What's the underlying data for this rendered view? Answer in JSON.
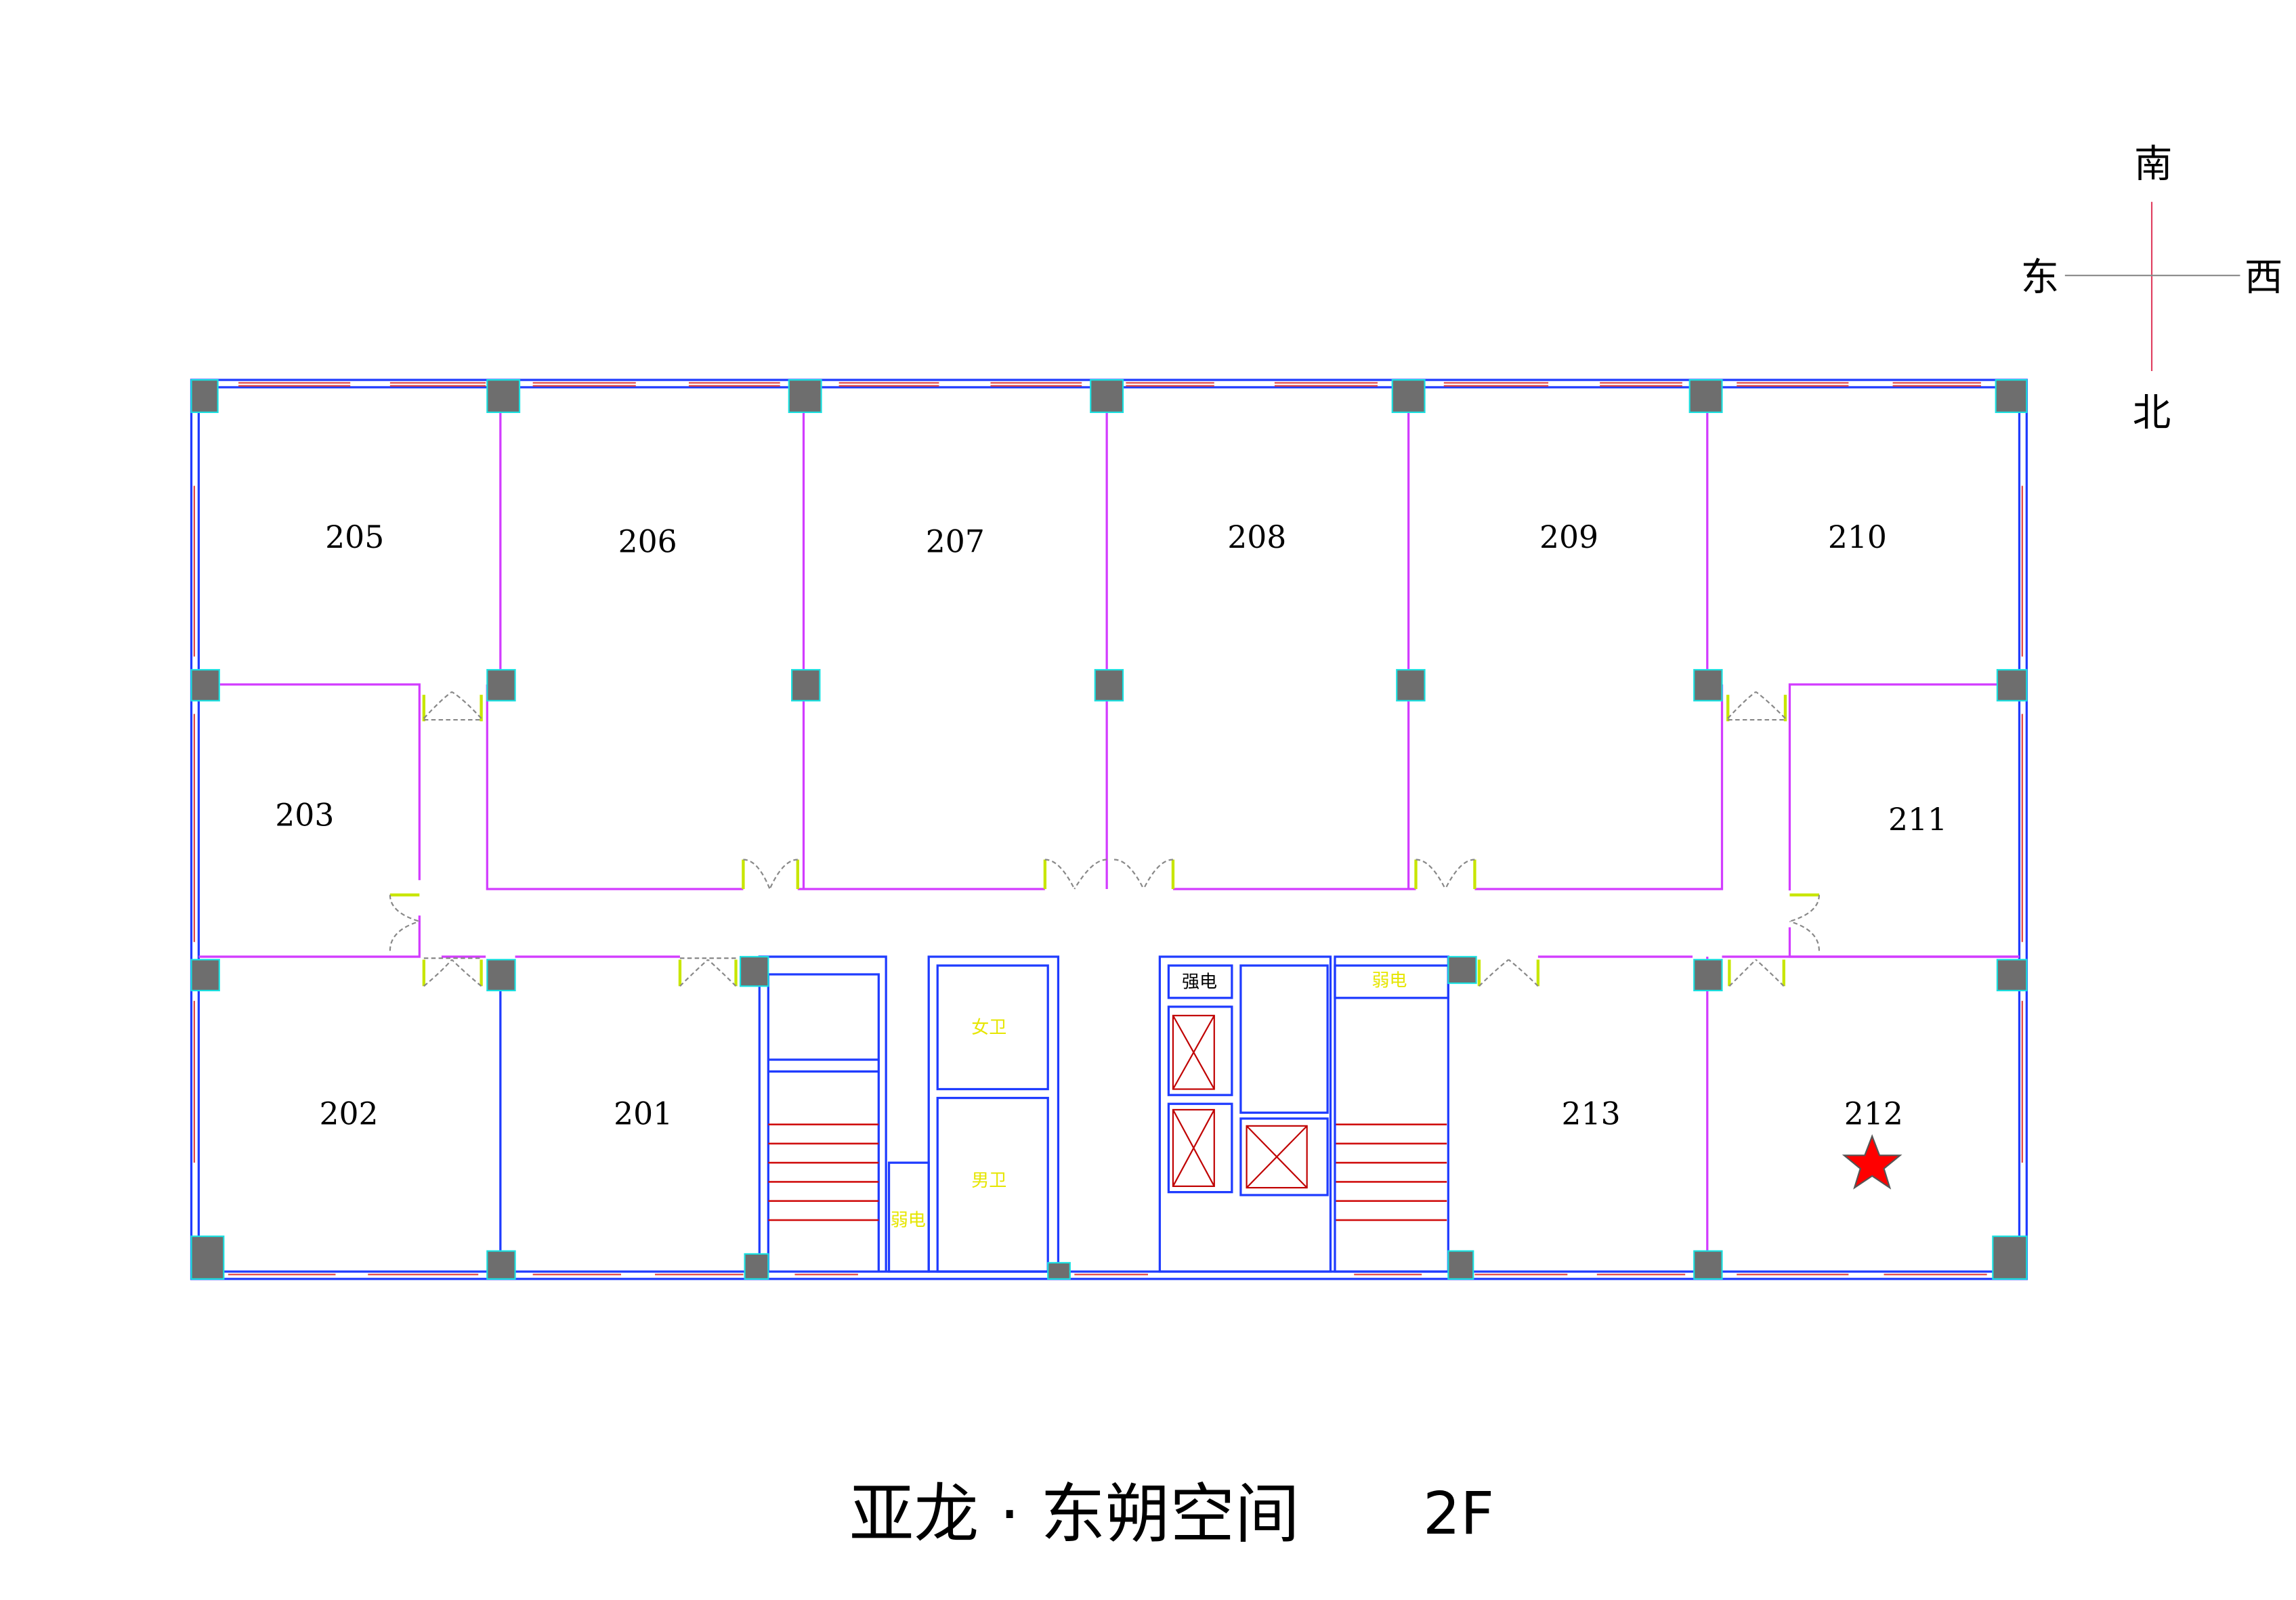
{
  "compass": {
    "south": "南",
    "east": "东",
    "west": "西",
    "north": "北"
  },
  "rooms": {
    "r205": "205",
    "r206": "206",
    "r207": "207",
    "r208": "208",
    "r209": "209",
    "r210": "210",
    "r203": "203",
    "r211": "211",
    "r202": "202",
    "r201": "201",
    "r213": "213",
    "r212": "212"
  },
  "core_labels": {
    "strong_power": "强电",
    "weak_power_1": "弱电",
    "weak_power_2": "弱电",
    "womens_wc": "女卫",
    "mens_wc": "男卫"
  },
  "marker": {
    "room": "212",
    "color": "#ff0000"
  },
  "title": {
    "name": "亚龙 · 东朔空间",
    "floor": "2F"
  }
}
